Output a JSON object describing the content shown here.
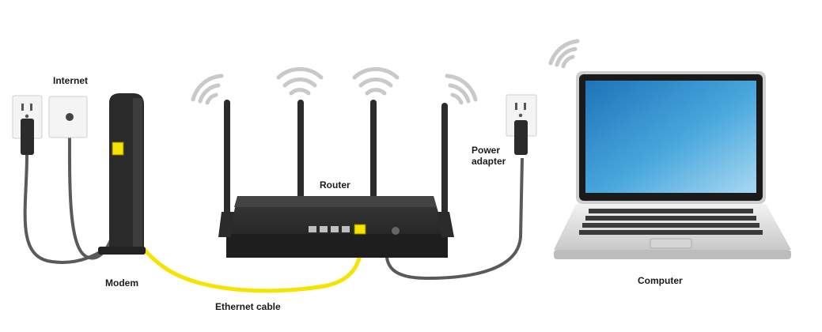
{
  "labels": {
    "internet": "Internet",
    "modem": "Modem",
    "router": "Router",
    "ethernet_cable": "Ethernet cable",
    "power_adapter_line1": "Power",
    "power_adapter_line2": "adapter",
    "computer": "Computer"
  },
  "colors": {
    "ethernet_cable": "#f5e400",
    "power_cord": "#555555",
    "device_body": "#2b2b2b",
    "wifi_waves": "#c8c8c8",
    "screen": "#2f8fcf",
    "laptop_shell": "#d9d9d9"
  },
  "icons": [
    "wall-outlet-icon",
    "coax-wall-plate-icon",
    "wifi-signal-icon"
  ]
}
